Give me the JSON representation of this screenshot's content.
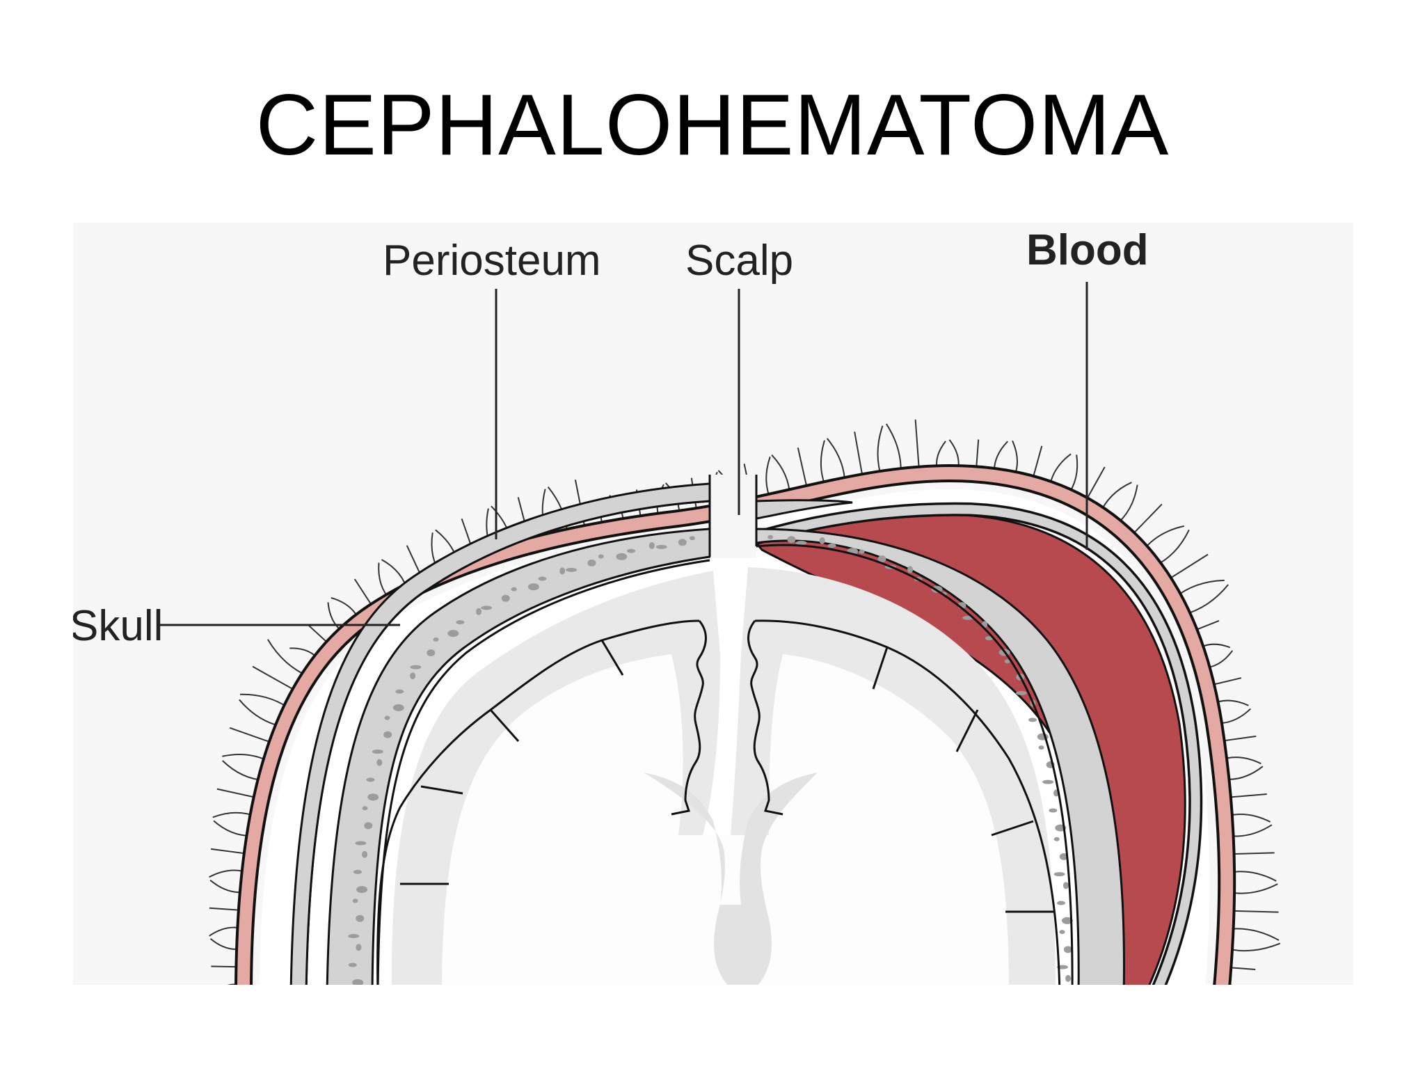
{
  "slide": {
    "title": "CEPHALOHEMATOMA"
  },
  "diagram": {
    "labels": {
      "periosteum": "Periosteum",
      "scalp": "Scalp",
      "blood": "Blood",
      "skull": "Skull"
    },
    "colors": {
      "panel_background": "#f8f7f7",
      "scalp": "#e3a9a2",
      "blood": "#b74a4f",
      "bone": "#d3d3d3",
      "brain_gray_matter": "#e9e9e9",
      "brain_white_matter": "#fdfdfd",
      "outline": "#111111"
    }
  }
}
